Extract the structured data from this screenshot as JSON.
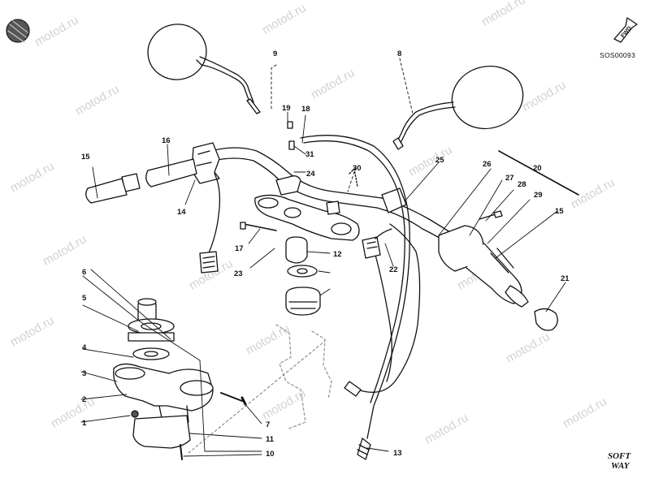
{
  "diagram": {
    "code": "SOS00093",
    "fwd_label": "FWD",
    "watermark": "motod.ru",
    "logo_top": "SOFT",
    "logo_bottom": "WAY",
    "callouts": [
      "1",
      "2",
      "3",
      "4",
      "5",
      "6",
      "7",
      "8",
      "9",
      "10",
      "11",
      "12",
      "13",
      "14",
      "15",
      "16",
      "17",
      "18",
      "19",
      "20",
      "21",
      "22",
      "23",
      "24",
      "25",
      "26",
      "27",
      "28",
      "29",
      "30",
      "31"
    ]
  }
}
